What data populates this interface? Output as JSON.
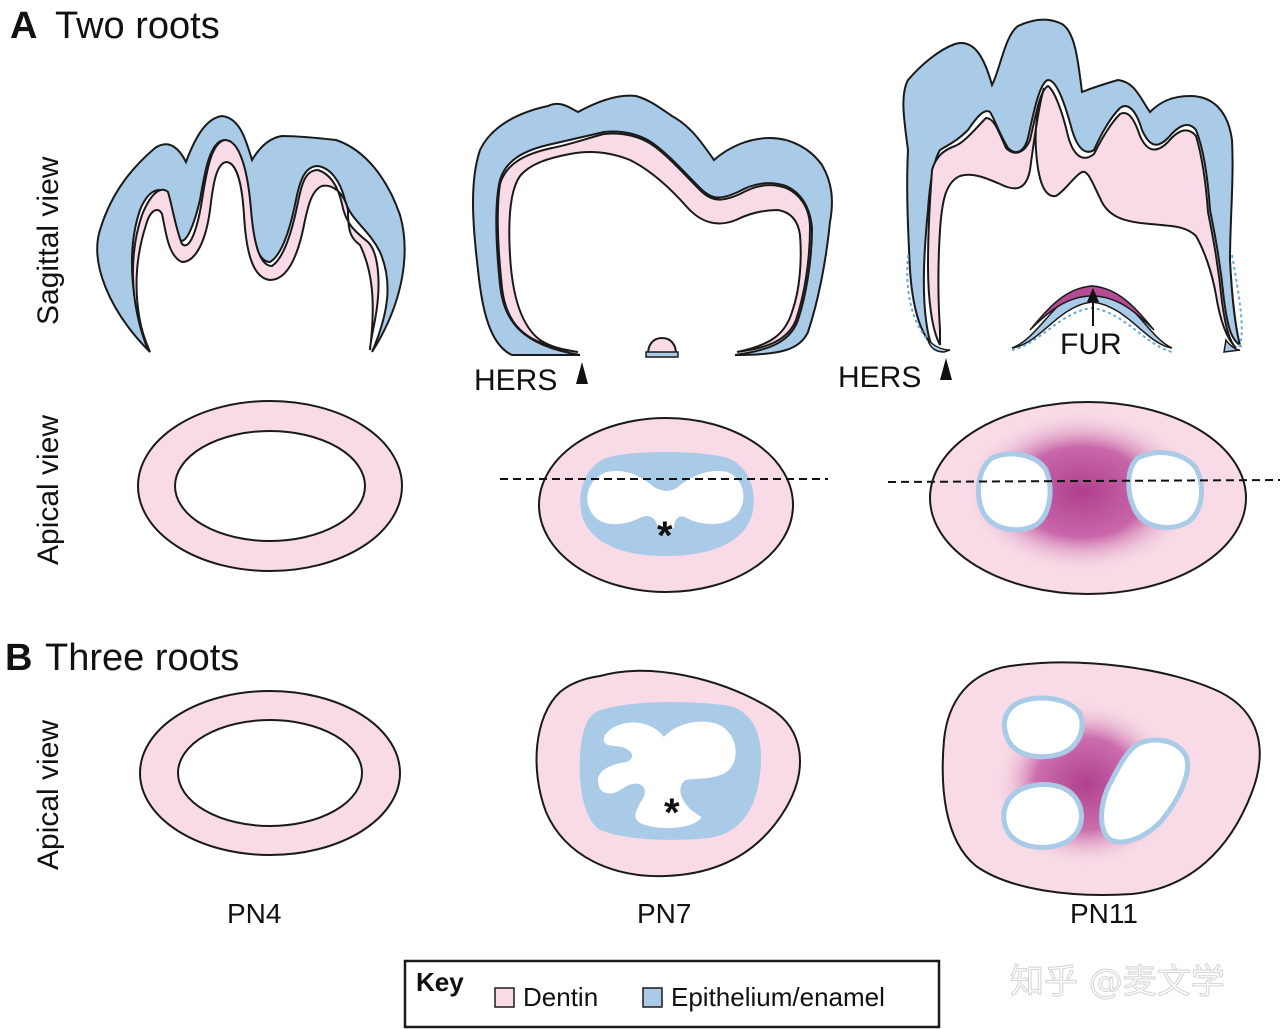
{
  "panel_a": {
    "letter": "A",
    "title": "Two roots",
    "row_sagittal": "Sagittal view",
    "row_apical": "Apical view",
    "hers_label_pn7": "HERS",
    "hers_label_pn11": "HERS",
    "fur_label": "FUR"
  },
  "panel_b": {
    "letter": "B",
    "title": "Three roots",
    "row_apical": "Apical view"
  },
  "asterisk": "*",
  "stages": [
    "PN4",
    "PN7",
    "PN11"
  ],
  "key": {
    "title": "Key",
    "items": [
      {
        "label": "Dentin",
        "color": "#f8dbe6"
      },
      {
        "label": "Epithelium/enamel",
        "color": "#a9cbe7"
      }
    ]
  },
  "colors": {
    "dentin": "#f8dbe6",
    "epithelium": "#a9cbe7",
    "furcation": "#b54a95",
    "outline": "#1a1a1a"
  },
  "watermark": "知乎 @麦文学"
}
